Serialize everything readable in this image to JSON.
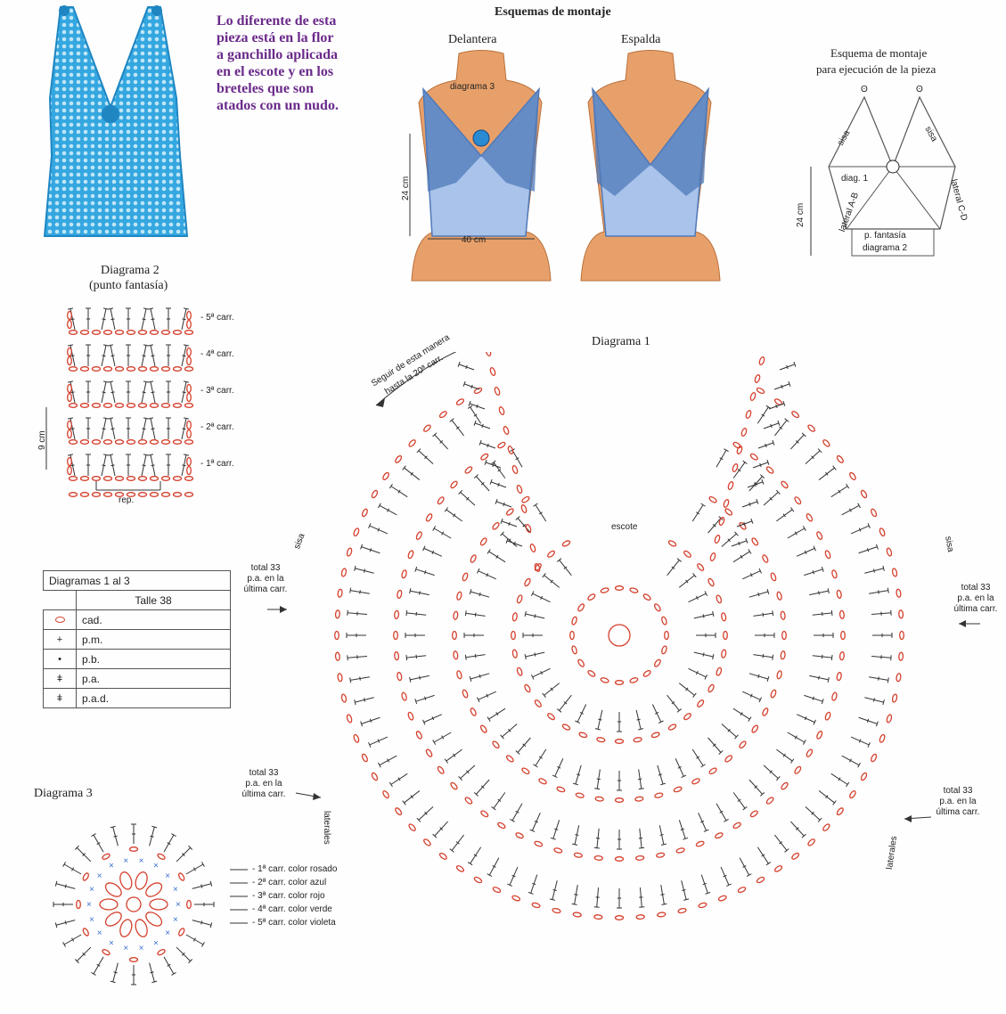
{
  "intro_text": "Lo diferente de esta pieza está en la flor a ganchillo aplicada en el escote y en los breteles que son atados con un nudo.",
  "assembly": {
    "title": "Esquemas de montaje",
    "front_label": "Delantera",
    "back_label": "Espalda",
    "diagram3_tag": "diagrama 3",
    "height_label": "24 cm",
    "width_label": "40 cm"
  },
  "piece_scheme": {
    "title_line1": "Esquema de montaje",
    "title_line2": "para ejecución de la pieza",
    "sisa": "sisa",
    "diag1": "diag. 1",
    "lateral_ab": "lateral A-B",
    "lateral_cd": "lateral C-D",
    "height_label": "24 cm",
    "fantasia_line1": "p. fantasía",
    "fantasia_line2": "diagrama 2"
  },
  "diagram2": {
    "title": "Diagrama 2",
    "subtitle": "(punto fantasía)",
    "rows": [
      "- 5ª carr.",
      "- 4ª carr.",
      "- 3ª carr.",
      "- 2ª carr.",
      "- 1ª carr."
    ],
    "height_label": "9 cm",
    "repeat_label": "rep."
  },
  "legend": {
    "header": "Diagramas 1 al 3",
    "size": "Talle 38",
    "items": [
      {
        "symbol": "cad-symbol",
        "label": "cad."
      },
      {
        "symbol": "pm-symbol",
        "label": "p.m."
      },
      {
        "symbol": "pb-symbol",
        "label": "p.b."
      },
      {
        "symbol": "pa-symbol",
        "label": "p.a."
      },
      {
        "symbol": "pad-symbol",
        "label": "p.a.d."
      }
    ]
  },
  "diagram1": {
    "title": "Diagrama 1",
    "follow_note_line1": "Seguir de esta manera",
    "follow_note_line2": "hasta la 20ª carr.",
    "escote": "escote",
    "sisa": "sisa",
    "laterales": "laterales",
    "total_line1": "total 33",
    "total_line2": "p.a. en la",
    "total_line3": "última carr."
  },
  "diagram3": {
    "title": "Diagrama 3",
    "rows": [
      "- 1ª carr. color rosado",
      "- 2ª carr. color azul",
      "- 3ª carr. color rojo",
      "- 4ª carr. color verde",
      "- 5ª carr. color violeta"
    ]
  },
  "colors": {
    "chain_red": "#d5412e",
    "stitch_dark": "#333333",
    "garment_blue": "#7fa3d8",
    "garment_dark_blue": "#4f79b8",
    "mannequin": "#e8a06a",
    "intro_purple": "#6a2a8a",
    "top_blue": "#35a7e0"
  }
}
